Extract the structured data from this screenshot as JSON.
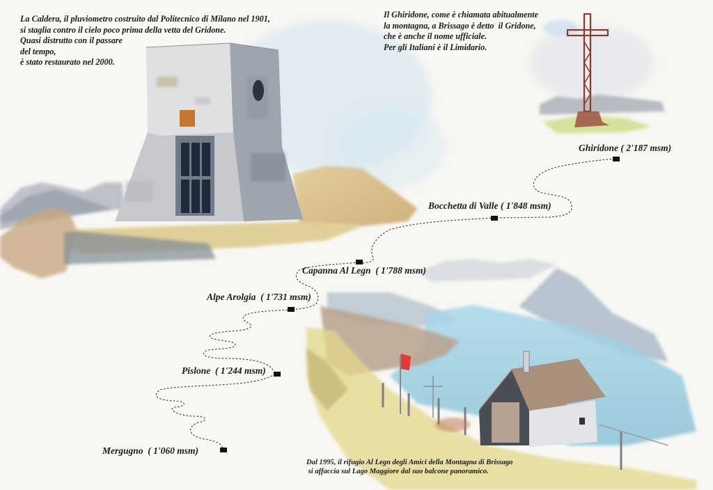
{
  "captions": {
    "caldera": {
      "lines": [
        "La Caldera, il pluviometro costruito dal Politecnico di Milano nel 1901,",
        "si staglia contro il cielo poco prima della vetta del Gridone.",
        "Quasi distrutto con il passare",
        "del tempo,",
        "è stato restaurato nel 2000."
      ]
    },
    "ghiridone": {
      "lines": [
        "Il Ghiridone, come è chiamata abitualmente",
        "la montagna, a Brissago è detto  il Gridone,",
        "che è anche il nome ufficiale.",
        "Per gli Italiani è il Limidario."
      ]
    },
    "rifugio": {
      "lines": [
        "Dal 1995, il rifugio Al Legn degli Amici della Montagna di Brissago",
        " si affaccia sul Lago Maggiore dal suo balcone panoramico."
      ]
    }
  },
  "trail": {
    "unit": "msm",
    "stops": [
      {
        "name": "Ghiridone",
        "label": "Ghiridone ( 2'187 msm)",
        "altitude": 2187
      },
      {
        "name": "Bocchetta di Valle",
        "label": "Bocchetta di Valle ( 1'848 msm)",
        "altitude": 1848
      },
      {
        "name": "Capanna Al Legn",
        "label": "Capanna Al Legn  ( 1'788 msm)",
        "altitude": 1788
      },
      {
        "name": "Alpe Arolgia",
        "label": "Alpe Arolgia  ( 1'731 msm)",
        "altitude": 1731
      },
      {
        "name": "Pislone",
        "label": "Pislone  ( 1'244 msm)",
        "altitude": 1244
      },
      {
        "name": "Mergugno",
        "label": "Mergugno  ( 1'060 msm)",
        "altitude": 1060
      }
    ]
  },
  "illustrations": {
    "tower": "La Caldera rain-gauge tower",
    "cross": "Summit cross of the Ghiridone",
    "hut": "Rifugio Al Legn above Lago Maggiore"
  },
  "colors": {
    "paper": "#f8f7f3",
    "text": "#1b1b1b",
    "stone": "#b9bcc2",
    "stone_dark": "#7f8590",
    "grass": "#d9c27a",
    "lake": "#9fcfe0",
    "cross": "#8a3b2e",
    "roof": "#a8907c",
    "flag": "#e23a3a"
  }
}
